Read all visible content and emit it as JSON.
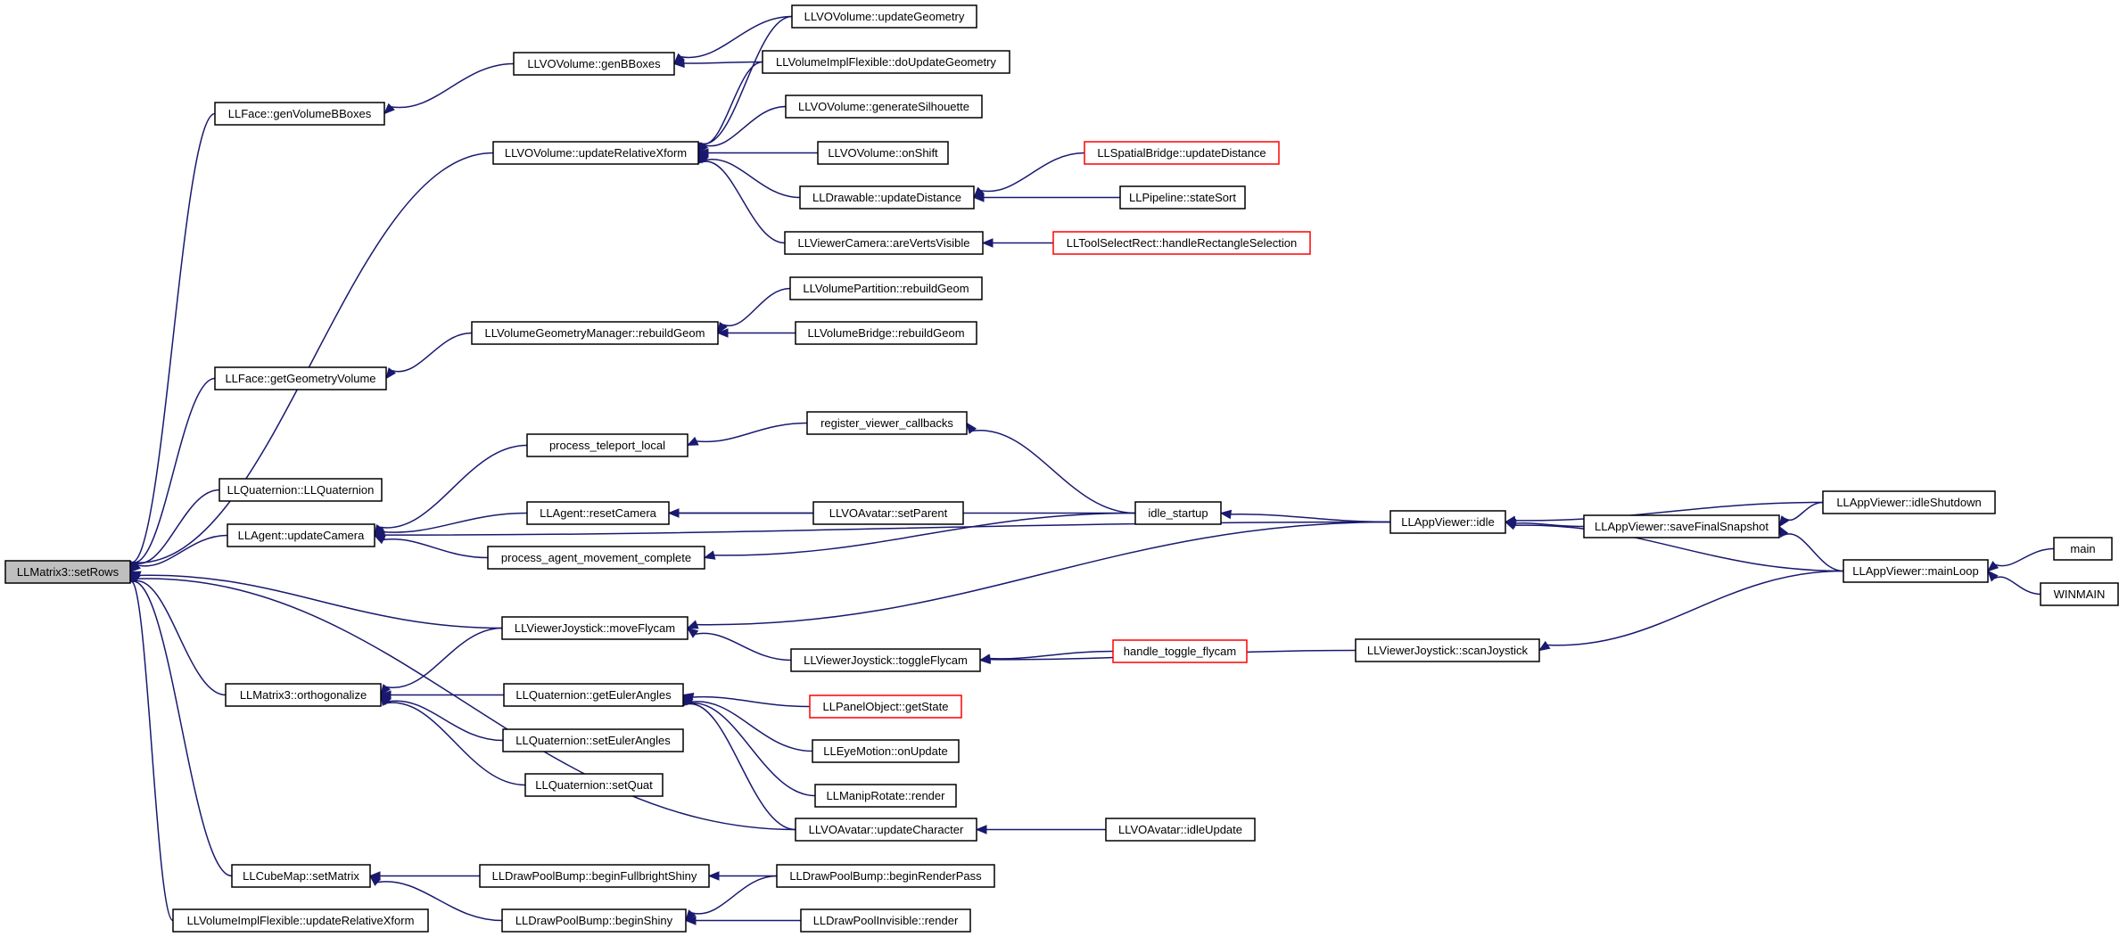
{
  "graph": {
    "root": "LLMatrix3::setRows",
    "nodes": [
      {
        "id": "setRows",
        "label": "LLMatrix3::setRows",
        "style": "root"
      },
      {
        "id": "genVolumeBBoxes",
        "label": "LLFace::genVolumeBBoxes",
        "style": "normal"
      },
      {
        "id": "genBBoxes",
        "label": "LLVOVolume::genBBoxes",
        "style": "normal"
      },
      {
        "id": "updateGeometry",
        "label": "LLVOVolume::updateGeometry",
        "style": "normal"
      },
      {
        "id": "doUpdateGeometry",
        "label": "LLVolumeImplFlexible::doUpdateGeometry",
        "style": "normal"
      },
      {
        "id": "updateRelativeXform",
        "label": "LLVOVolume::updateRelativeXform",
        "style": "normal"
      },
      {
        "id": "generateSilhouette",
        "label": "LLVOVolume::generateSilhouette",
        "style": "normal"
      },
      {
        "id": "onShift",
        "label": "LLVOVolume::onShift",
        "style": "normal"
      },
      {
        "id": "drawableUpdateDistance",
        "label": "LLDrawable::updateDistance",
        "style": "normal"
      },
      {
        "id": "spatialUpdateDistance",
        "label": "LLSpatialBridge::updateDistance",
        "style": "red"
      },
      {
        "id": "stateSort",
        "label": "LLPipeline::stateSort",
        "style": "normal"
      },
      {
        "id": "areVertsVisible",
        "label": "LLViewerCamera::areVertsVisible",
        "style": "normal"
      },
      {
        "id": "handleRectangleSelection",
        "label": "LLToolSelectRect::handleRectangleSelection",
        "style": "red"
      },
      {
        "id": "partitionRebuildGeom",
        "label": "LLVolumePartition::rebuildGeom",
        "style": "normal"
      },
      {
        "id": "managerRebuildGeom",
        "label": "LLVolumeGeometryManager::rebuildGeom",
        "style": "normal"
      },
      {
        "id": "bridgeRebuildGeom",
        "label": "LLVolumeBridge::rebuildGeom",
        "style": "normal"
      },
      {
        "id": "getGeometryVolume",
        "label": "LLFace::getGeometryVolume",
        "style": "normal"
      },
      {
        "id": "processTeleportLocal",
        "label": "process_teleport_local",
        "style": "normal"
      },
      {
        "id": "registerViewerCallbacks",
        "label": "register_viewer_callbacks",
        "style": "normal"
      },
      {
        "id": "llQuaternionCtor",
        "label": "LLQuaternion::LLQuaternion",
        "style": "normal"
      },
      {
        "id": "resetCamera",
        "label": "LLAgent::resetCamera",
        "style": "normal"
      },
      {
        "id": "setParent",
        "label": "LLVOAvatar::setParent",
        "style": "normal"
      },
      {
        "id": "idleStartup",
        "label": "idle_startup",
        "style": "normal"
      },
      {
        "id": "appIdle",
        "label": "LLAppViewer::idle",
        "style": "normal"
      },
      {
        "id": "idleShutdown",
        "label": "LLAppViewer::idleShutdown",
        "style": "normal"
      },
      {
        "id": "saveFinalSnapshot",
        "label": "LLAppViewer::saveFinalSnapshot",
        "style": "normal"
      },
      {
        "id": "updateCamera",
        "label": "LLAgent::updateCamera",
        "style": "normal"
      },
      {
        "id": "processAgentMovement",
        "label": "process_agent_movement_complete",
        "style": "normal"
      },
      {
        "id": "mainFn",
        "label": "main",
        "style": "normal"
      },
      {
        "id": "mainLoop",
        "label": "LLAppViewer::mainLoop",
        "style": "normal"
      },
      {
        "id": "winMain",
        "label": "WINMAIN",
        "style": "normal"
      },
      {
        "id": "moveFlycam",
        "label": "LLViewerJoystick::moveFlycam",
        "style": "normal"
      },
      {
        "id": "toggleFlycam",
        "label": "LLViewerJoystick::toggleFlycam",
        "style": "normal"
      },
      {
        "id": "handleToggleFlycam",
        "label": "handle_toggle_flycam",
        "style": "red"
      },
      {
        "id": "scanJoystick",
        "label": "LLViewerJoystick::scanJoystick",
        "style": "normal"
      },
      {
        "id": "orthogonalize",
        "label": "LLMatrix3::orthogonalize",
        "style": "normal"
      },
      {
        "id": "getEulerAngles",
        "label": "LLQuaternion::getEulerAngles",
        "style": "normal"
      },
      {
        "id": "getState",
        "label": "LLPanelObject::getState",
        "style": "red"
      },
      {
        "id": "setEulerAngles",
        "label": "LLQuaternion::setEulerAngles",
        "style": "normal"
      },
      {
        "id": "eyeMotionOnUpdate",
        "label": "LLEyeMotion::onUpdate",
        "style": "normal"
      },
      {
        "id": "manipRotateRender",
        "label": "LLManipRotate::render",
        "style": "normal"
      },
      {
        "id": "setQuat",
        "label": "LLQuaternion::setQuat",
        "style": "normal"
      },
      {
        "id": "updateCharacter",
        "label": "LLVOAvatar::updateCharacter",
        "style": "normal"
      },
      {
        "id": "idleUpdate",
        "label": "LLVOAvatar::idleUpdate",
        "style": "normal"
      },
      {
        "id": "setMatrix",
        "label": "LLCubeMap::setMatrix",
        "style": "normal"
      },
      {
        "id": "beginFullbrightShiny",
        "label": "LLDrawPoolBump::beginFullbrightShiny",
        "style": "normal"
      },
      {
        "id": "beginRenderPass",
        "label": "LLDrawPoolBump::beginRenderPass",
        "style": "normal"
      },
      {
        "id": "beginShiny",
        "label": "LLDrawPoolBump::beginShiny",
        "style": "normal"
      },
      {
        "id": "invisibleRender",
        "label": "LLDrawPoolInvisible::render",
        "style": "normal"
      },
      {
        "id": "flexUpdateRelativeXform",
        "label": "LLVolumeImplFlexible::updateRelativeXform",
        "style": "normal"
      }
    ],
    "edges": [
      [
        "genVolumeBBoxes",
        "setRows"
      ],
      [
        "updateRelativeXform",
        "setRows"
      ],
      [
        "getGeometryVolume",
        "setRows"
      ],
      [
        "llQuaternionCtor",
        "setRows"
      ],
      [
        "updateCamera",
        "setRows"
      ],
      [
        "moveFlycam",
        "setRows"
      ],
      [
        "orthogonalize",
        "setRows"
      ],
      [
        "updateCharacter",
        "setRows"
      ],
      [
        "setMatrix",
        "setRows"
      ],
      [
        "flexUpdateRelativeXform",
        "setRows"
      ],
      [
        "genBBoxes",
        "genVolumeBBoxes"
      ],
      [
        "updateGeometry",
        "genBBoxes"
      ],
      [
        "doUpdateGeometry",
        "genBBoxes"
      ],
      [
        "updateGeometry",
        "updateRelativeXform"
      ],
      [
        "doUpdateGeometry",
        "updateRelativeXform"
      ],
      [
        "generateSilhouette",
        "updateRelativeXform"
      ],
      [
        "onShift",
        "updateRelativeXform"
      ],
      [
        "drawableUpdateDistance",
        "updateRelativeXform"
      ],
      [
        "areVertsVisible",
        "updateRelativeXform"
      ],
      [
        "spatialUpdateDistance",
        "drawableUpdateDistance"
      ],
      [
        "stateSort",
        "drawableUpdateDistance"
      ],
      [
        "handleRectangleSelection",
        "areVertsVisible"
      ],
      [
        "managerRebuildGeom",
        "getGeometryVolume"
      ],
      [
        "partitionRebuildGeom",
        "managerRebuildGeom"
      ],
      [
        "bridgeRebuildGeom",
        "managerRebuildGeom"
      ],
      [
        "processTeleportLocal",
        "updateCamera"
      ],
      [
        "resetCamera",
        "updateCamera"
      ],
      [
        "processAgentMovement",
        "updateCamera"
      ],
      [
        "appIdle",
        "updateCamera"
      ],
      [
        "registerViewerCallbacks",
        "processTeleportLocal"
      ],
      [
        "idleStartup",
        "registerViewerCallbacks"
      ],
      [
        "setParent",
        "resetCamera"
      ],
      [
        "idleStartup",
        "resetCamera"
      ],
      [
        "idleStartup",
        "processAgentMovement"
      ],
      [
        "appIdle",
        "idleStartup"
      ],
      [
        "idleShutdown",
        "appIdle"
      ],
      [
        "saveFinalSnapshot",
        "appIdle"
      ],
      [
        "mainLoop",
        "appIdle"
      ],
      [
        "idleShutdown",
        "saveFinalSnapshot"
      ],
      [
        "mainLoop",
        "saveFinalSnapshot"
      ],
      [
        "mainFn",
        "mainLoop"
      ],
      [
        "winMain",
        "mainLoop"
      ],
      [
        "appIdle",
        "moveFlycam"
      ],
      [
        "toggleFlycam",
        "moveFlycam"
      ],
      [
        "handleToggleFlycam",
        "toggleFlycam"
      ],
      [
        "scanJoystick",
        "toggleFlycam"
      ],
      [
        "mainLoop",
        "scanJoystick"
      ],
      [
        "moveFlycam",
        "orthogonalize"
      ],
      [
        "getEulerAngles",
        "orthogonalize"
      ],
      [
        "setEulerAngles",
        "orthogonalize"
      ],
      [
        "setQuat",
        "orthogonalize"
      ],
      [
        "getState",
        "getEulerAngles"
      ],
      [
        "eyeMotionOnUpdate",
        "getEulerAngles"
      ],
      [
        "manipRotateRender",
        "getEulerAngles"
      ],
      [
        "updateCharacter",
        "getEulerAngles"
      ],
      [
        "idleUpdate",
        "updateCharacter"
      ],
      [
        "beginFullbrightShiny",
        "setMatrix"
      ],
      [
        "beginShiny",
        "setMatrix"
      ],
      [
        "beginRenderPass",
        "beginFullbrightShiny"
      ],
      [
        "beginRenderPass",
        "beginShiny"
      ],
      [
        "invisibleRender",
        "beginShiny"
      ]
    ]
  },
  "colors": {
    "edge": "#191970",
    "root_fill": "#bfbfbf",
    "red_border": "#ff0000"
  }
}
